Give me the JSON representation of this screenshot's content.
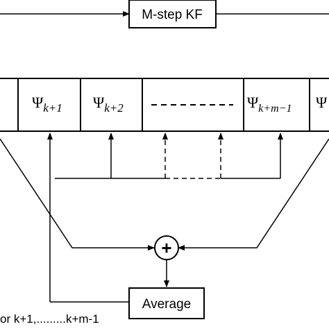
{
  "kf_box": {
    "label": "M-step KF"
  },
  "state_cells": [
    {
      "symbol": "Ψ",
      "subscript": "k+1"
    },
    {
      "symbol": "Ψ",
      "subscript": "k+2"
    },
    {
      "symbol": "",
      "subscript": ""
    },
    {
      "symbol": "Ψ",
      "subscript": "k+m−1"
    },
    {
      "symbol": "Ψ",
      "subscript": ""
    }
  ],
  "sum_node": {
    "symbol": "+"
  },
  "average_box": {
    "label": "Average"
  },
  "bottom_note": {
    "text": "or k+1,.........k+m-1"
  },
  "colors": {
    "stroke": "#000000",
    "fill": "#ffffff",
    "text": "#000000"
  }
}
